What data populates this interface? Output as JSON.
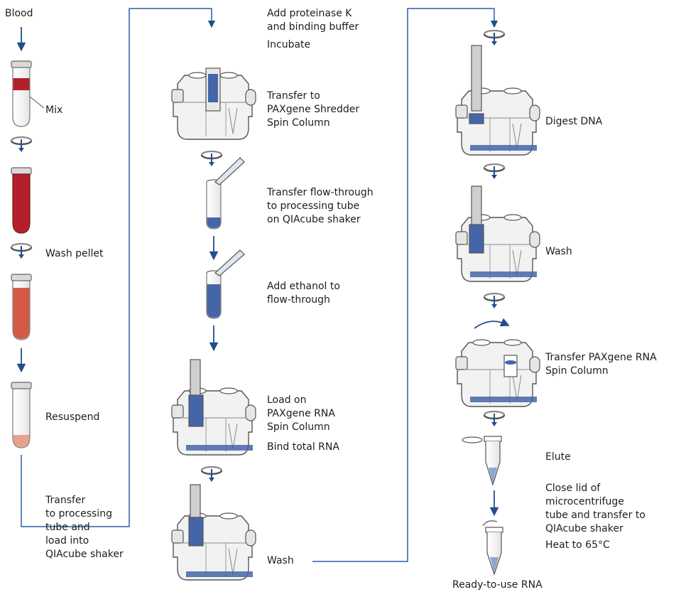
{
  "steps": {
    "blood": "Blood",
    "mix": "Mix",
    "wash_pellet": "Wash pellet",
    "resuspend": "Resuspend",
    "transfer_load": "Transfer\nto processing\ntube and\nload into\nQIAcube shaker",
    "add_proteinase": "Add proteinase K\nand binding buffer",
    "incubate": "Incubate",
    "transfer_shredder": "Transfer to\nPAXgene Shredder\nSpin Column",
    "transfer_flow": "Transfer flow-through\nto processing tube\non QIAcube shaker",
    "add_ethanol": "Add ethanol to\nflow-through",
    "load_rna": "Load on\nPAXgene RNA\nSpin Column",
    "bind_rna": "Bind total RNA",
    "wash_mid": "Wash",
    "digest_dna": "Digest DNA",
    "wash_right": "Wash",
    "transfer_rna_column": "Transfer PAXgene RNA\nSpin Column",
    "elute": "Elute",
    "close_lid": "Close lid of microcentrifuge\ntube and transfer to\nQIAcube shaker",
    "heat": "Heat to 65°C",
    "ready": "Ready-to-use RNA"
  },
  "colors": {
    "arrow_blue": "#1f4e8c",
    "connector_blue": "#2a5fa8",
    "blood_dark": "#b3202a",
    "blood_mid": "#d55a45",
    "blood_light": "#e9a08f",
    "liquid_blue": "#4466a8",
    "outline_gray": "#5a5a5a",
    "plastic_fill": "#f1f1f1"
  },
  "icons": [
    "down-arrow-icon",
    "centrifuge-rotation-icon",
    "blood-tube-icon",
    "processing-tube-icon",
    "pipette-icon",
    "shaker-rotor-adapter-icon",
    "microcentrifuge-tube-icon"
  ]
}
